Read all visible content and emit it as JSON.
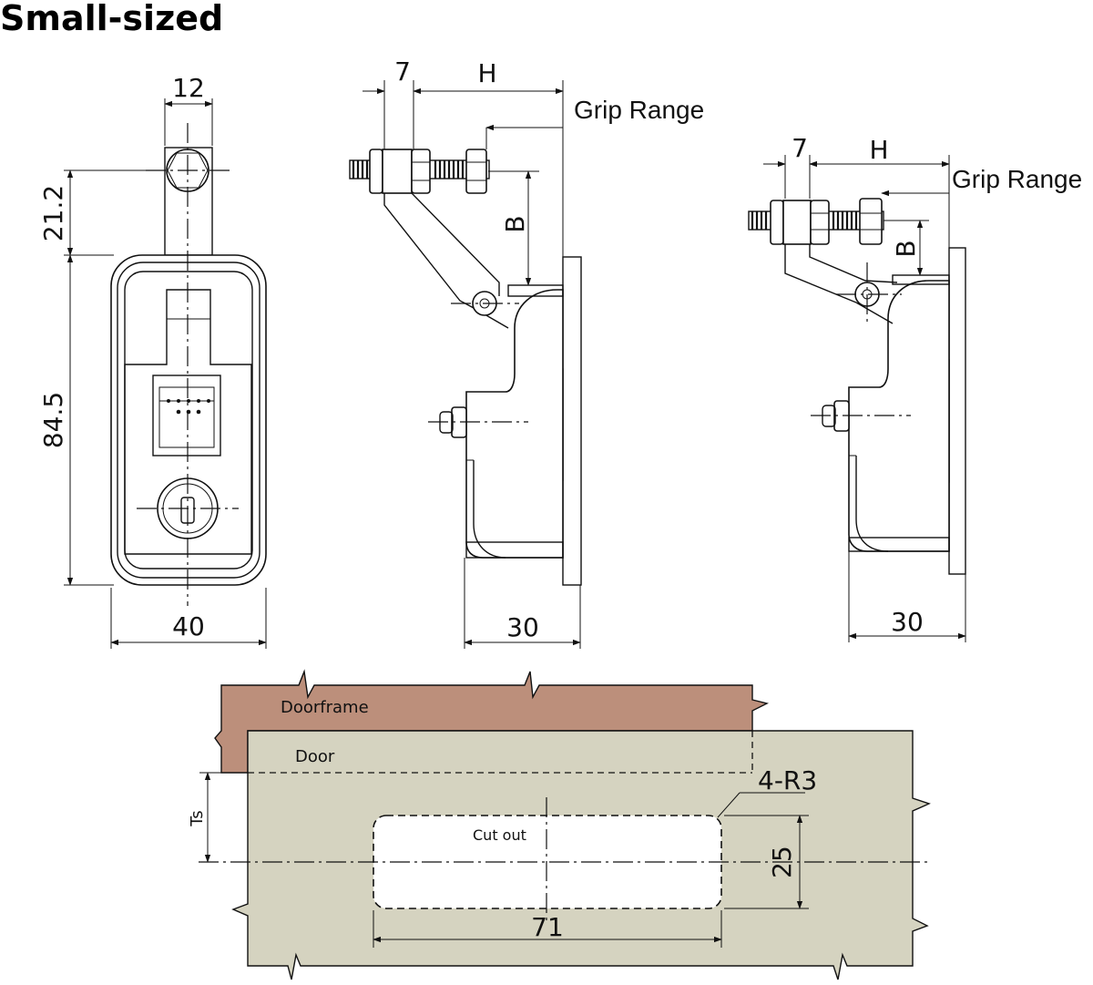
{
  "title": "Small-sized",
  "front_view": {
    "width_top": "12",
    "height_top": "21.2",
    "height_body": "84.5",
    "width_body": "40"
  },
  "side_view_1": {
    "dim_7": "7",
    "dim_h": "H",
    "dim_b": "B",
    "grip_range": "Grip Range",
    "depth": "30"
  },
  "side_view_2": {
    "dim_7": "7",
    "dim_h": "H",
    "dim_b": "B",
    "grip_range": "Grip Range",
    "depth": "30"
  },
  "cutout": {
    "doorframe": "Doorframe",
    "door": "Door",
    "radius": "4-R3",
    "ts": "Ts",
    "label": "Cut out",
    "height": "25",
    "width": "71"
  },
  "colors": {
    "doorframe": "#bc8f7b",
    "door": "#d5d3c0"
  }
}
